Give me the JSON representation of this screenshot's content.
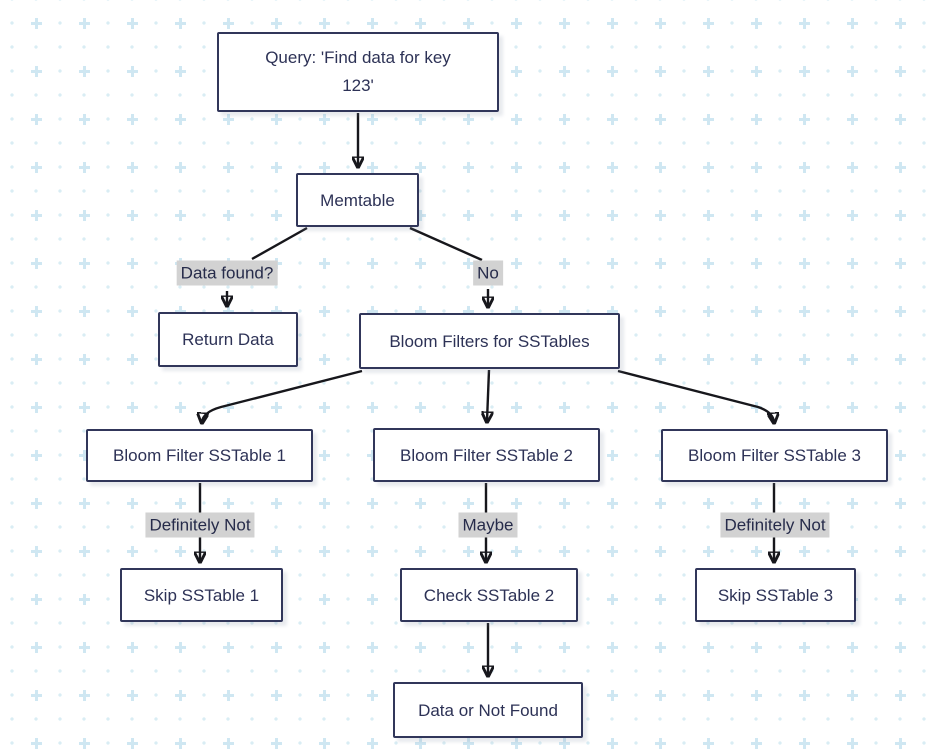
{
  "colors": {
    "background": "#ffffff",
    "pattern_dot": "#d9edf4",
    "pattern_plus": "#cfe7f2",
    "node_border": "#31365a",
    "node_fill": "#ffffff",
    "node_text": "#2d3256",
    "arrow": "#17171c",
    "edge_label_bg": "#d2d2d2"
  },
  "diagram": {
    "nodes": [
      {
        "id": "query",
        "lines": [
          "Query: 'Find data for key",
          "123'"
        ]
      },
      {
        "id": "memtable",
        "label": "Memtable"
      },
      {
        "id": "return-data",
        "label": "Return Data"
      },
      {
        "id": "bloom-filters",
        "label": "Bloom Filters for SSTables"
      },
      {
        "id": "bloom-filter-sstable-1",
        "label": "Bloom Filter SSTable 1"
      },
      {
        "id": "bloom-filter-sstable-2",
        "label": "Bloom Filter SSTable 2"
      },
      {
        "id": "bloom-filter-sstable-3",
        "label": "Bloom Filter SSTable 3"
      },
      {
        "id": "skip-sstable-1",
        "label": "Skip SSTable 1"
      },
      {
        "id": "check-sstable-2",
        "label": "Check SSTable 2"
      },
      {
        "id": "skip-sstable-3",
        "label": "Skip SSTable 3"
      },
      {
        "id": "result",
        "label": "Data or Not Found"
      }
    ],
    "edge_labels": [
      {
        "id": "data-found",
        "text": "Data found?"
      },
      {
        "id": "no",
        "text": "No"
      },
      {
        "id": "definitely-not-1",
        "text": "Definitely Not"
      },
      {
        "id": "maybe",
        "text": "Maybe"
      },
      {
        "id": "definitely-not-3",
        "text": "Definitely Not"
      }
    ]
  }
}
